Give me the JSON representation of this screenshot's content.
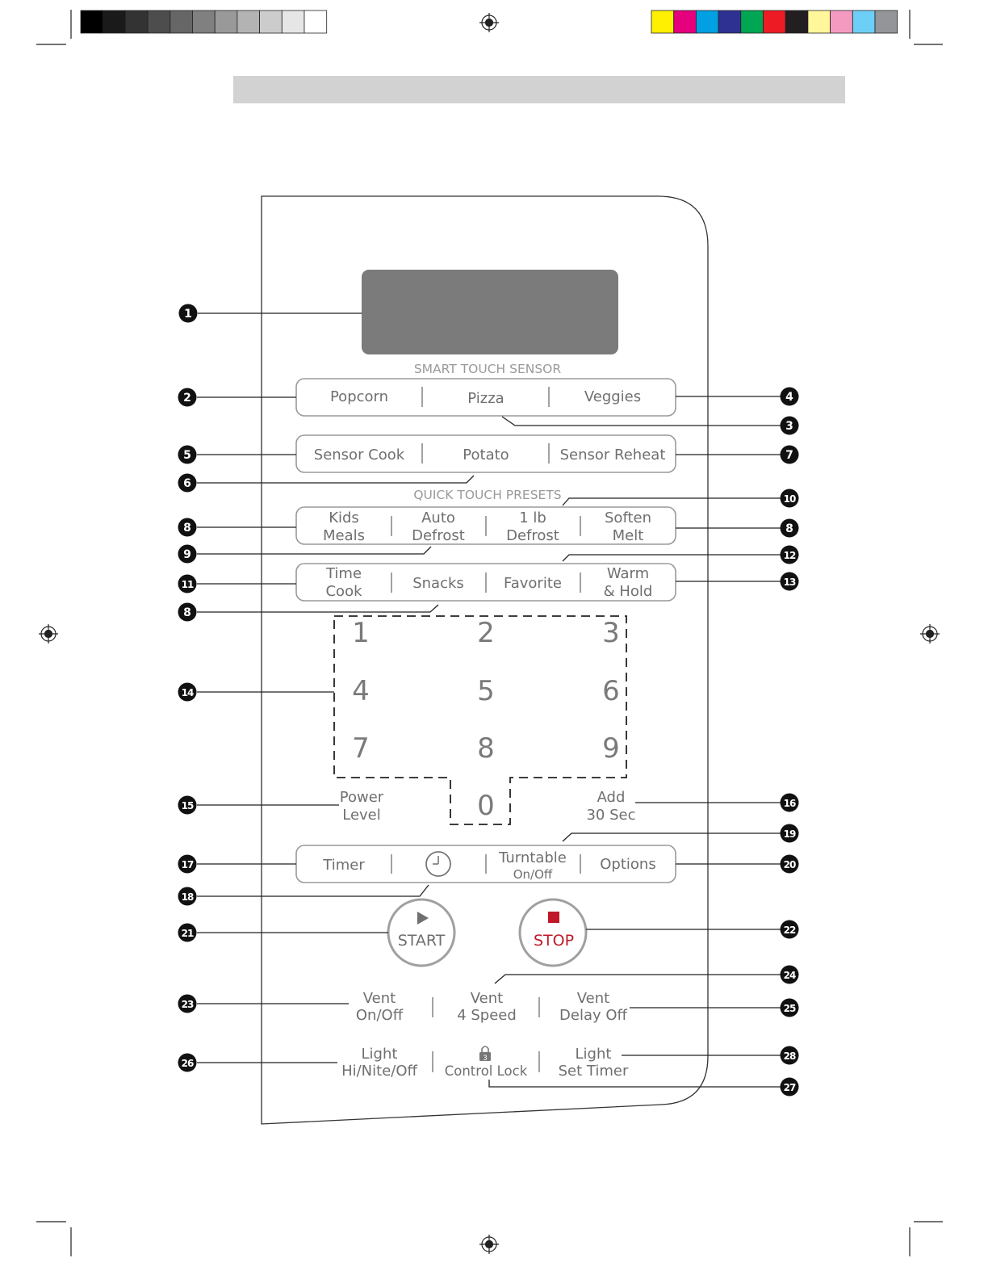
{
  "print_marks": {
    "gray_swatches": [
      "#000000",
      "#1a1a1a",
      "#333333",
      "#4d4d4d",
      "#666666",
      "#808080",
      "#999999",
      "#b3b3b3",
      "#cccccc",
      "#e6e6e6",
      "#ffffff"
    ],
    "color_swatches": [
      "#ffef00",
      "#e5007d",
      "#00a0e3",
      "#2e3192",
      "#00a651",
      "#ed1c24",
      "#231f20",
      "#fff799",
      "#f49ac1",
      "#6dcff6",
      "#939598"
    ]
  },
  "header_band_color": "#d2d2d2",
  "panel": {
    "display_color": "#7b7b7b",
    "smart_touch_sensor": "SMART TOUCH SENSOR",
    "quick_touch_presets": "QUICK TOUCH PRESETS",
    "row1": [
      "Popcorn",
      "Pizza",
      "Veggies"
    ],
    "row2": [
      "Sensor Cook",
      "Potato",
      "Sensor Reheat"
    ],
    "row3": [
      [
        "Kids",
        "Meals"
      ],
      [
        "Auto",
        "Defrost"
      ],
      [
        "1 lb",
        "Defrost"
      ],
      [
        "Soften",
        "Melt"
      ]
    ],
    "row4": [
      [
        "Time",
        "Cook"
      ],
      [
        "Snacks"
      ],
      [
        "Favorite"
      ],
      [
        "Warm",
        "& Hold"
      ]
    ],
    "keypad": [
      "1",
      "2",
      "3",
      "4",
      "5",
      "6",
      "7",
      "8",
      "9",
      "0"
    ],
    "power_level": [
      "Power",
      "Level"
    ],
    "add_30": [
      "Add",
      "30 Sec"
    ],
    "row5": {
      "timer": "Timer",
      "turntable": [
        "Turntable",
        "On/Off"
      ],
      "options": "Options"
    },
    "start": "START",
    "stop": "STOP",
    "stop_color": "#c0182a",
    "vent": [
      [
        "Vent",
        "On/Off"
      ],
      [
        "Vent",
        "4 Speed"
      ],
      [
        "Vent",
        "Delay Off"
      ]
    ],
    "light": [
      [
        "Light",
        "Hi/Nite/Off"
      ],
      [
        "Control Lock"
      ],
      [
        "Light",
        "Set Timer"
      ]
    ]
  },
  "callouts": [
    "1",
    "2",
    "3",
    "4",
    "5",
    "6",
    "7",
    "8",
    "8",
    "9",
    "10",
    "11",
    "12",
    "13",
    "8",
    "14",
    "15",
    "16",
    "17",
    "18",
    "19",
    "20",
    "21",
    "22",
    "23",
    "24",
    "25",
    "26",
    "27",
    "28"
  ]
}
